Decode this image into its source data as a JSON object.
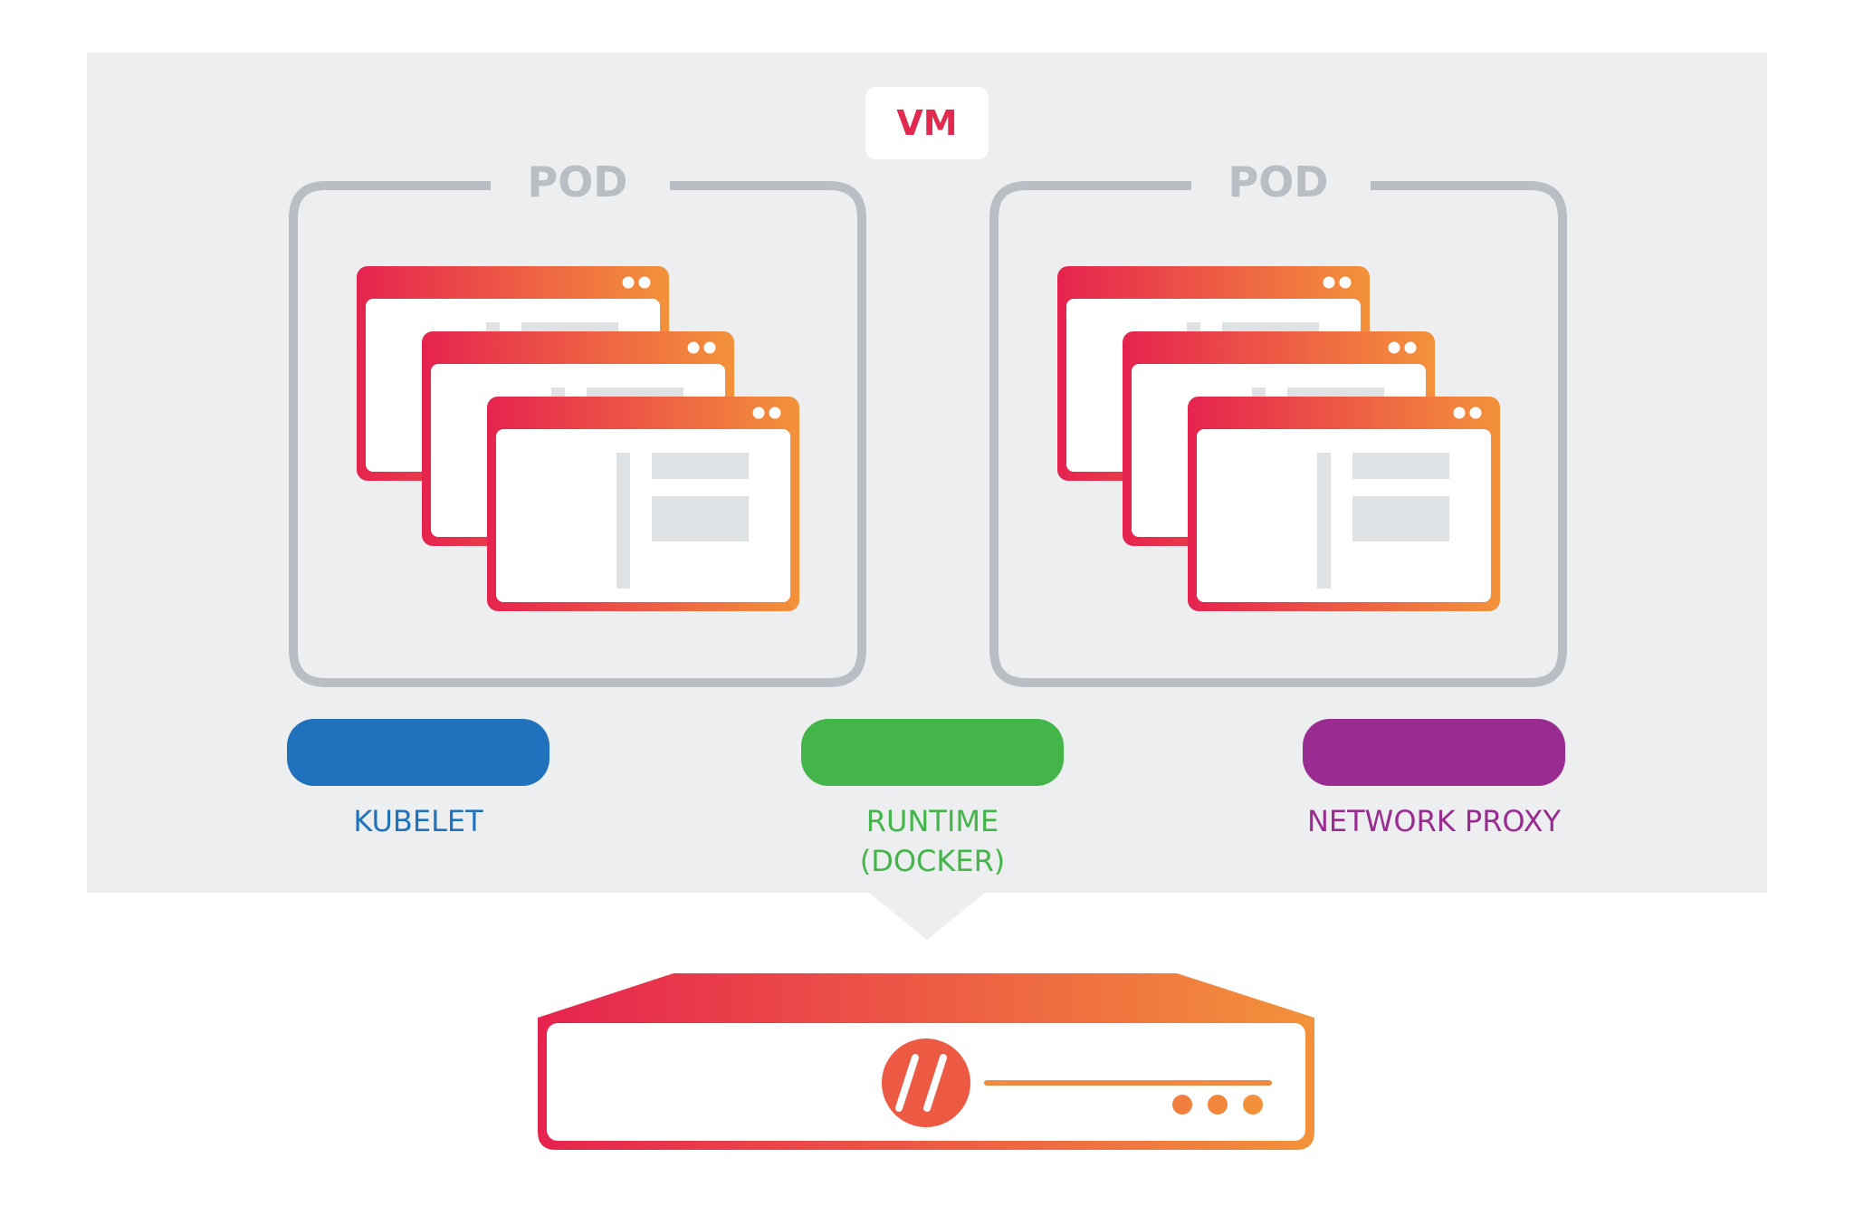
{
  "vm": {
    "label": "VM"
  },
  "pods": [
    {
      "label": "POD"
    },
    {
      "label": "POD"
    }
  ],
  "components": [
    {
      "label": "KUBELET",
      "color": "#1f72bb"
    },
    {
      "label": "RUNTIME",
      "label2": "(DOCKER)",
      "color": "#43b549"
    },
    {
      "label": "NETWORK PROXY",
      "color": "#9a2c91"
    }
  ],
  "colors": {
    "vm_background": "#eceeef",
    "vm_label": "#e2294f",
    "pod_border": "#b8bec4",
    "pod_label": "#b8bec4",
    "gradient_start": "#e6234f",
    "gradient_end": "#f3923a",
    "window_placeholder": "#dfe2e5"
  },
  "icons": {
    "container": "app-window-icon",
    "server": "server-appliance-icon",
    "logo": "double-slash-logo-icon"
  }
}
